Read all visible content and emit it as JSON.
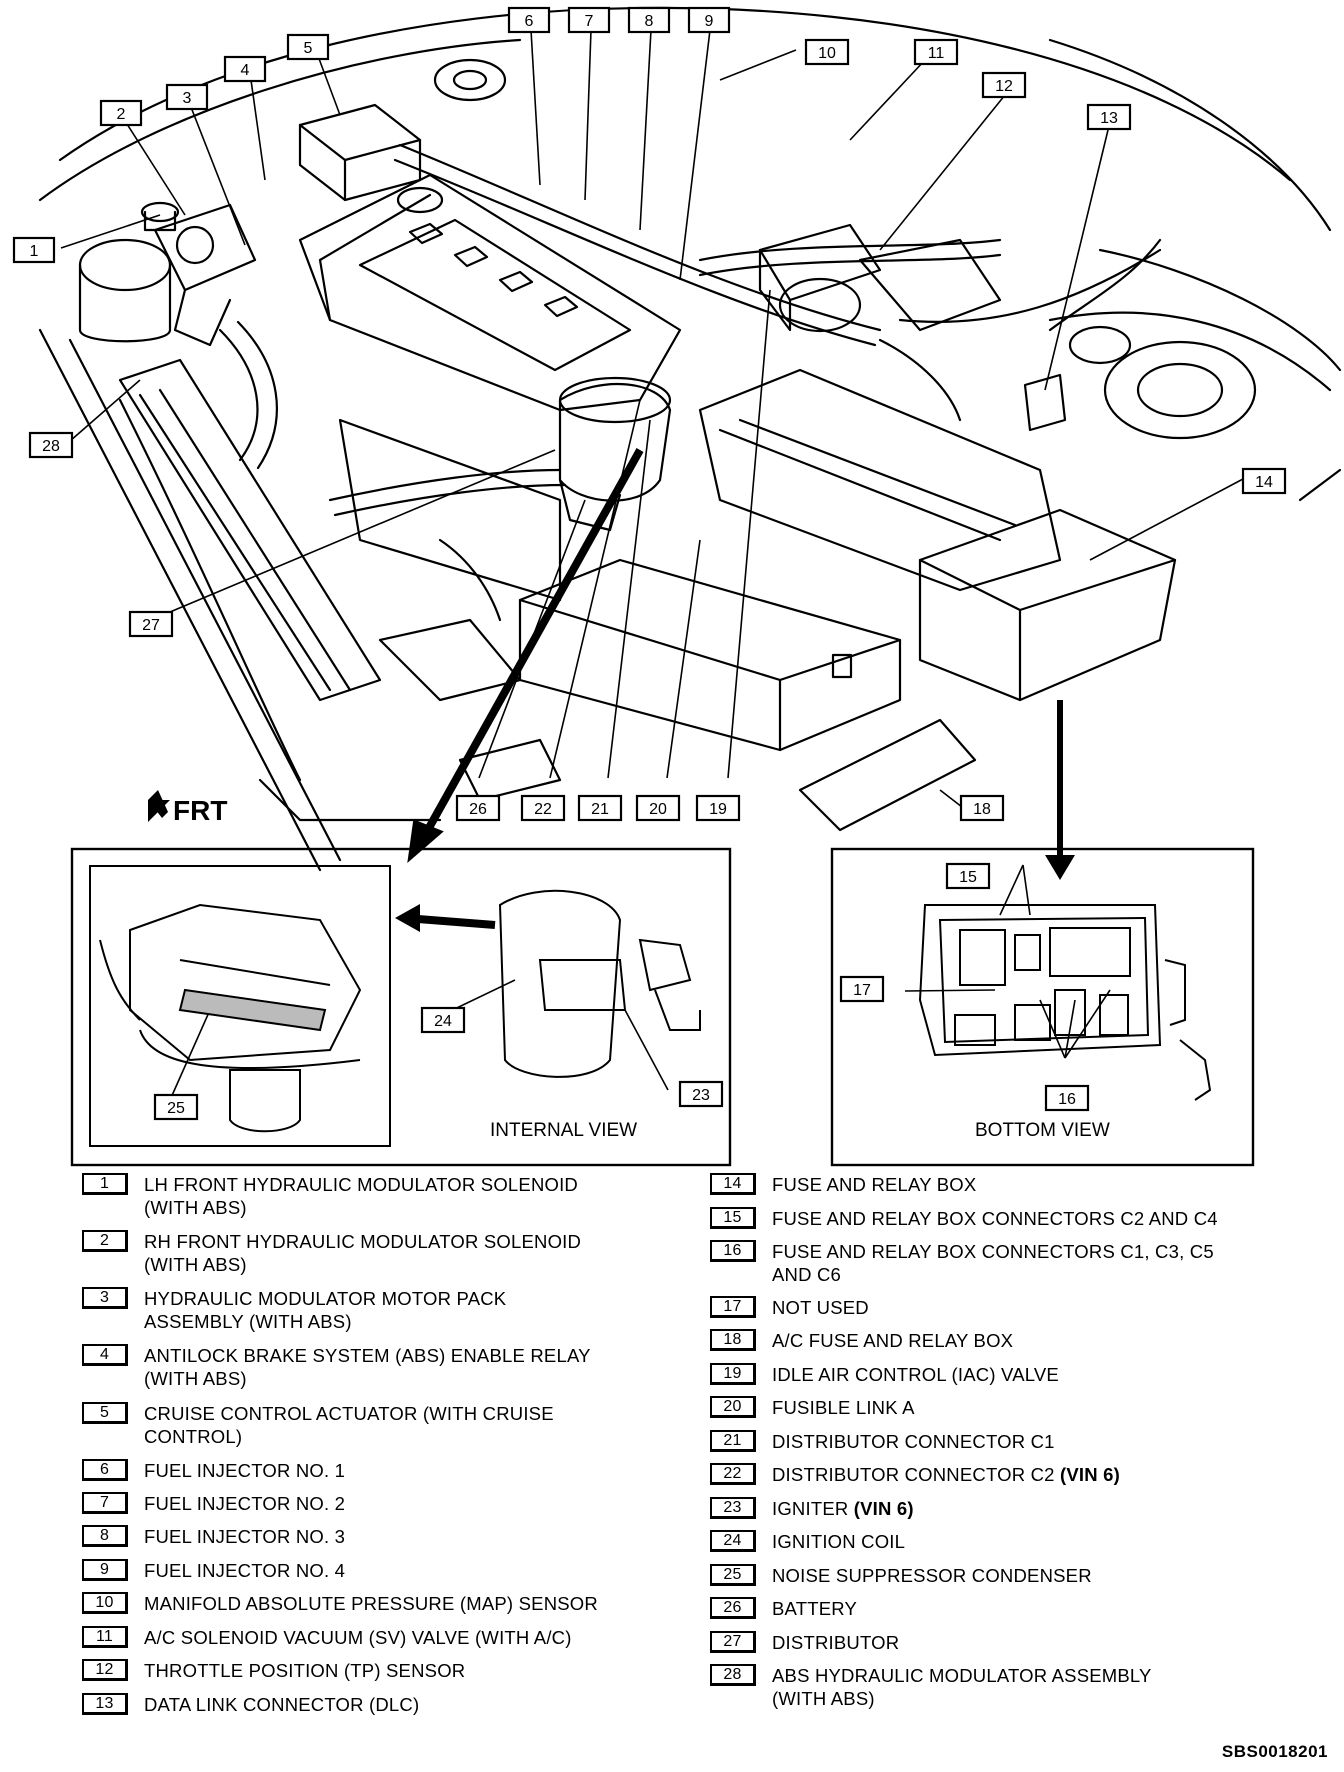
{
  "callouts": [
    {
      "n": "1"
    },
    {
      "n": "2"
    },
    {
      "n": "3"
    },
    {
      "n": "4"
    },
    {
      "n": "5"
    },
    {
      "n": "6"
    },
    {
      "n": "7"
    },
    {
      "n": "8"
    },
    {
      "n": "9"
    },
    {
      "n": "10"
    },
    {
      "n": "11"
    },
    {
      "n": "12"
    },
    {
      "n": "13"
    },
    {
      "n": "14"
    },
    {
      "n": "15"
    },
    {
      "n": "16"
    },
    {
      "n": "17"
    },
    {
      "n": "18"
    },
    {
      "n": "19"
    },
    {
      "n": "20"
    },
    {
      "n": "21"
    },
    {
      "n": "22"
    },
    {
      "n": "23"
    },
    {
      "n": "24"
    },
    {
      "n": "25"
    },
    {
      "n": "26"
    },
    {
      "n": "27"
    },
    {
      "n": "28"
    }
  ],
  "front_label": "FRT",
  "insets": {
    "internal_view": "INTERNAL VIEW",
    "bottom_view": "BOTTOM VIEW"
  },
  "legend_left": [
    {
      "n": "1",
      "text": "LH FRONT HYDRAULIC MODULATOR SOLENOID\n(WITH ABS)"
    },
    {
      "n": "2",
      "text": "RH FRONT HYDRAULIC MODULATOR SOLENOID\n(WITH ABS)"
    },
    {
      "n": "3",
      "text": "HYDRAULIC MODULATOR MOTOR PACK\nASSEMBLY (WITH ABS)"
    },
    {
      "n": "4",
      "text": "ANTILOCK BRAKE SYSTEM (ABS) ENABLE RELAY\n(WITH ABS)"
    },
    {
      "n": "5",
      "text": "CRUISE CONTROL ACTUATOR (WITH CRUISE\nCONTROL)"
    },
    {
      "n": "6",
      "text": "FUEL INJECTOR NO. 1"
    },
    {
      "n": "7",
      "text": "FUEL INJECTOR NO. 2"
    },
    {
      "n": "8",
      "text": "FUEL INJECTOR NO. 3"
    },
    {
      "n": "9",
      "text": "FUEL INJECTOR NO. 4"
    },
    {
      "n": "10",
      "text": "MANIFOLD ABSOLUTE PRESSURE (MAP) SENSOR"
    },
    {
      "n": "11",
      "text": "A/C SOLENOID VACUUM (SV) VALVE (WITH A/C)"
    },
    {
      "n": "12",
      "text": "THROTTLE POSITION (TP) SENSOR"
    },
    {
      "n": "13",
      "text": "DATA LINK CONNECTOR (DLC)"
    }
  ],
  "legend_right": [
    {
      "n": "14",
      "text": "FUSE AND RELAY BOX"
    },
    {
      "n": "15",
      "text": "FUSE AND RELAY BOX CONNECTORS C2 AND C4"
    },
    {
      "n": "16",
      "text": "FUSE AND RELAY BOX CONNECTORS C1, C3, C5\nAND C6"
    },
    {
      "n": "17",
      "text": "NOT USED"
    },
    {
      "n": "18",
      "text": "A/C FUSE AND RELAY BOX"
    },
    {
      "n": "19",
      "text": "IDLE AIR CONTROL (IAC) VALVE"
    },
    {
      "n": "20",
      "text": "FUSIBLE LINK A"
    },
    {
      "n": "21",
      "text": "DISTRIBUTOR CONNECTOR C1"
    },
    {
      "n": "22",
      "text": "DISTRIBUTOR CONNECTOR C2",
      "suffix": "(VIN 6)"
    },
    {
      "n": "23",
      "text": "IGNITER",
      "suffix": "(VIN 6)"
    },
    {
      "n": "24",
      "text": "IGNITION COIL"
    },
    {
      "n": "25",
      "text": "NOISE SUPPRESSOR CONDENSER"
    },
    {
      "n": "26",
      "text": "BATTERY"
    },
    {
      "n": "27",
      "text": "DISTRIBUTOR"
    },
    {
      "n": "28",
      "text": "ABS HYDRAULIC MODULATOR ASSEMBLY\n(WITH ABS)"
    }
  ],
  "figure_code": "SBS0018201"
}
